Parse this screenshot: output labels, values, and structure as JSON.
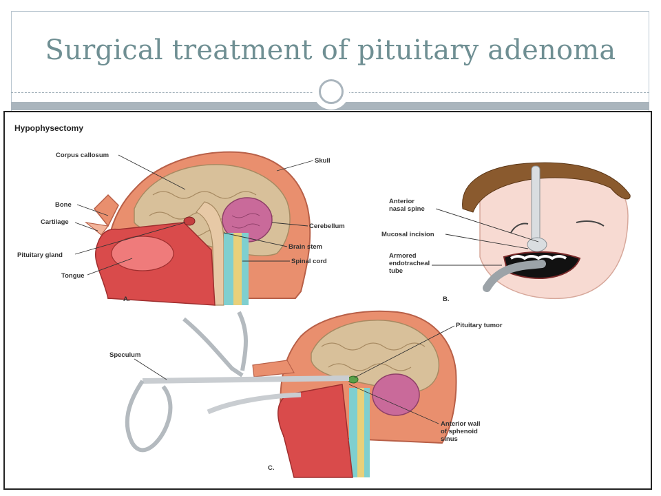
{
  "slide": {
    "title": "Surgical treatment of pituitary adenoma"
  },
  "figure": {
    "heading": "Hypophysectomy",
    "panel_a": {
      "letter": "A.",
      "labels": {
        "corpus_callosum": "Corpus callosum",
        "skull": "Skull",
        "bone": "Bone",
        "cartilage": "Cartilage",
        "pituitary_gland": "Pituitary gland",
        "tongue": "Tongue",
        "cerebellum": "Cerebellum",
        "brain_stem": "Brain stem",
        "spinal_cord": "Spinal cord"
      }
    },
    "panel_b": {
      "letter": "B.",
      "labels": {
        "anterior_nasal_spine_1": "Anterior",
        "anterior_nasal_spine_2": "nasal spine",
        "mucosal_incision": "Mucosal incision",
        "tube_1": "Armored",
        "tube_2": "endotracheal",
        "tube_3": "tube"
      }
    },
    "panel_c": {
      "letter": "C.",
      "labels": {
        "speculum": "Speculum",
        "pituitary_tumor": "Pituitary tumor",
        "sphenoid_1": "Anterior wall",
        "sphenoid_2": "of sphenoid",
        "sphenoid_3": "sinus"
      }
    },
    "colors": {
      "skin": "#e98f6e",
      "brain": "#d8c09a",
      "cerebellum": "#c96a9a",
      "spine": "#7fcfcf",
      "muscle": "#d94b4b"
    }
  }
}
